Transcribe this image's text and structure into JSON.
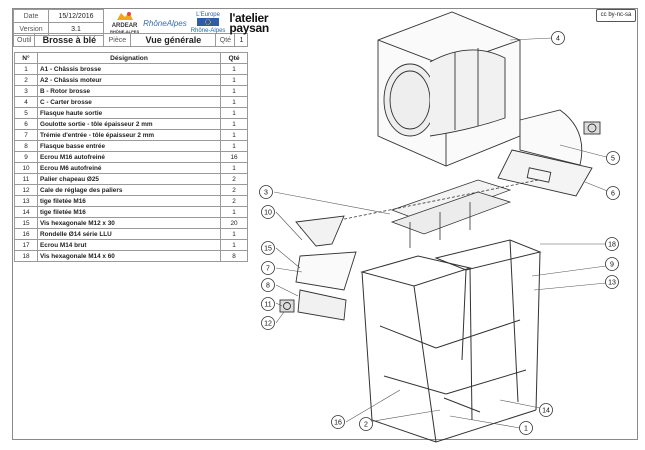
{
  "title_block": {
    "date_label": "Date",
    "date_value": "15/12/2016",
    "version_label": "Version",
    "version_value": "3.1",
    "outil_label": "Outil",
    "outil_value": "Brosse à blé",
    "piece_label": "Pièce",
    "piece_value": "Vue générale",
    "qte_label": "Qté",
    "qte_value": "1"
  },
  "logos": {
    "ardear": "ARDEAR",
    "ardear_sub": "RHÔNE-ALPES",
    "rhone": "RhôneAlpes",
    "europe": "L'Europe",
    "europe_sub": "Rhône-Alpes",
    "atelier_1": "l'atelier",
    "atelier_2": "paysan",
    "license": "cc by-nc-sa"
  },
  "bom": {
    "col_num": "N°",
    "col_designation": "Désignation",
    "col_qty": "Qté",
    "rows": [
      {
        "n": "1",
        "d": "A1 - Châssis brosse",
        "q": "1"
      },
      {
        "n": "2",
        "d": "A2 - Châssis moteur",
        "q": "1"
      },
      {
        "n": "3",
        "d": "B - Rotor brosse",
        "q": "1"
      },
      {
        "n": "4",
        "d": "C - Carter brosse",
        "q": "1"
      },
      {
        "n": "5",
        "d": "Flasque haute sortie",
        "q": "1"
      },
      {
        "n": "6",
        "d": "Goulotte sortie - tôle épaisseur 2 mm",
        "q": "1"
      },
      {
        "n": "7",
        "d": "Trémie d'entrée - tôle épaisseur 2 mm",
        "q": "1"
      },
      {
        "n": "8",
        "d": "Flasque basse entrée",
        "q": "1"
      },
      {
        "n": "9",
        "d": "Ecrou M16 autofreiné",
        "q": "16"
      },
      {
        "n": "10",
        "d": "Ecrou M6 autofreiné",
        "q": "1"
      },
      {
        "n": "11",
        "d": "Palier chapeau Ø25",
        "q": "2"
      },
      {
        "n": "12",
        "d": "Cale de réglage des paliers",
        "q": "2"
      },
      {
        "n": "13",
        "d": "tige filetée M16",
        "q": "2"
      },
      {
        "n": "14",
        "d": "tige filetée M16",
        "q": "1"
      },
      {
        "n": "15",
        "d": "Vis hexagonale M12 x 30",
        "q": "20"
      },
      {
        "n": "16",
        "d": "Rondelle Ø14 série LLU",
        "q": "1"
      },
      {
        "n": "17",
        "d": "Ecrou M14 brut",
        "q": "1"
      },
      {
        "n": "18",
        "d": "Vis hexagonale M14 x 60",
        "q": "8"
      }
    ]
  },
  "callouts": [
    "1",
    "2",
    "3",
    "4",
    "5",
    "6",
    "7",
    "8",
    "9",
    "10",
    "11",
    "12",
    "13",
    "14",
    "15",
    "16",
    "18"
  ]
}
